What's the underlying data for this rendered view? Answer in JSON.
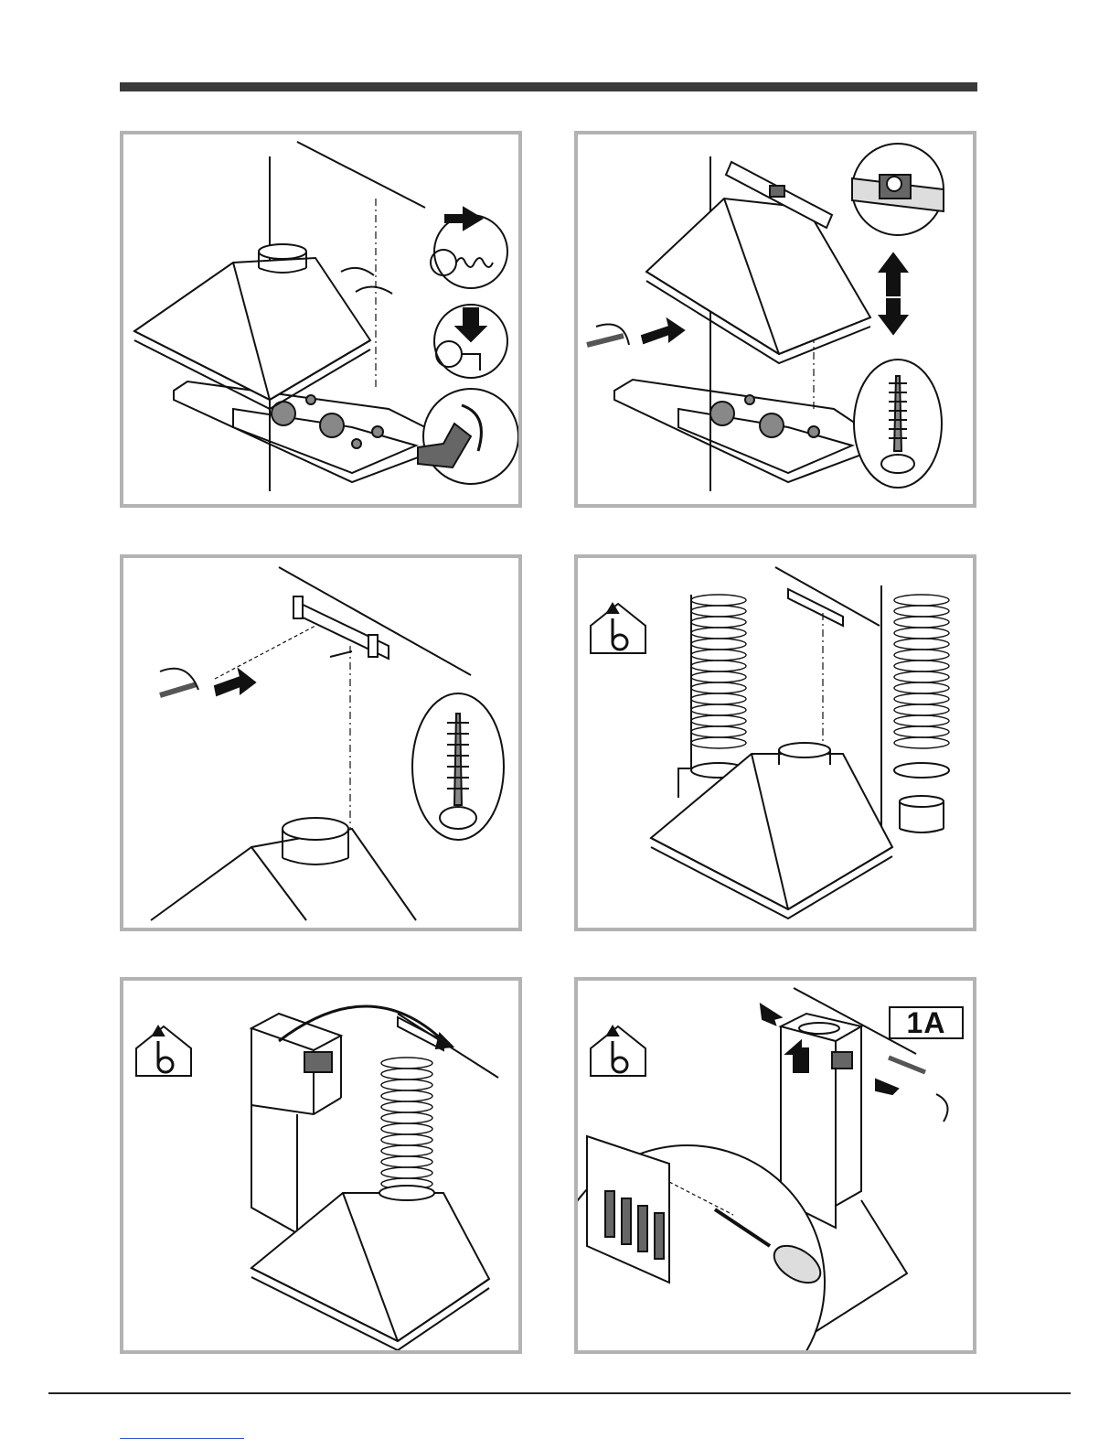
{
  "page": {
    "panels": [
      {
        "id": 1,
        "content": "hood-wall-screws"
      },
      {
        "id": 2,
        "content": "hood-leveling"
      },
      {
        "id": 3,
        "content": "bracket-mounting"
      },
      {
        "id": 4,
        "content": "flex-duct-options"
      },
      {
        "id": 5,
        "content": "chimney-cover-placement"
      },
      {
        "id": 6,
        "content": "chimney-fixing"
      }
    ]
  },
  "labels": {
    "panel6_badge": "1A"
  },
  "icons": {
    "ducted_mode": "house-with-b-arrow-icon"
  },
  "colors": {
    "bar": "#3a3a3a",
    "frame": "#b3b3b3",
    "ink": "#111111",
    "link_underline": "#3355cc"
  }
}
